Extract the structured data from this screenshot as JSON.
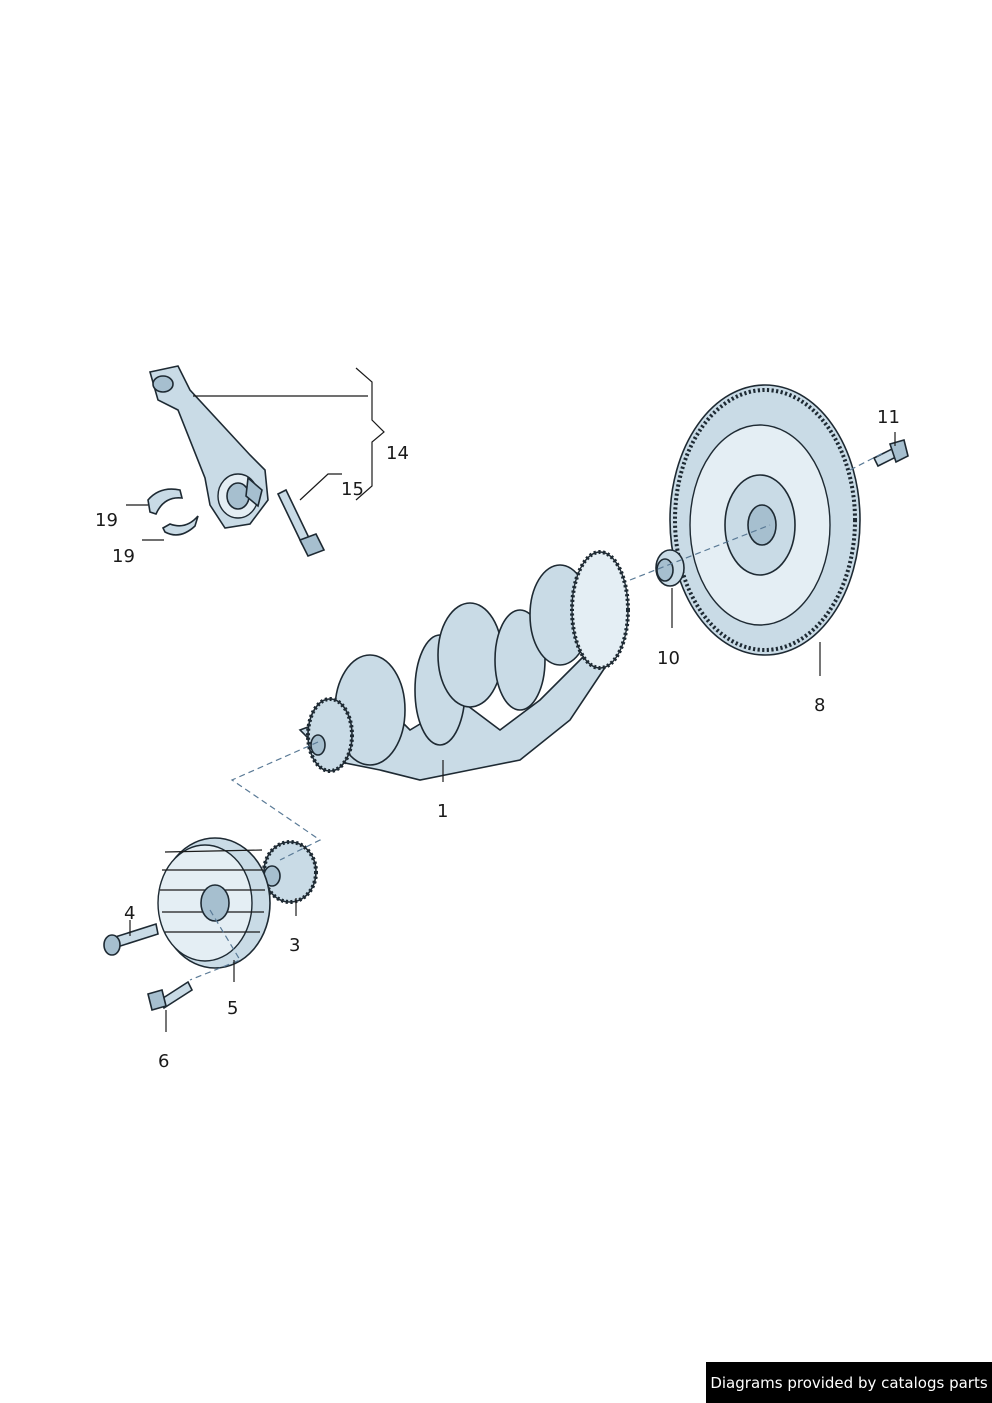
{
  "callouts": {
    "p1": "1",
    "p3": "3",
    "p4": "4",
    "p5": "5",
    "p6": "6",
    "p8": "8",
    "p10": "10",
    "p11": "11",
    "p14": "14",
    "p15": "15",
    "p19a": "19",
    "p19b": "19"
  },
  "footer": {
    "credit": "Diagrams provided by catalogs parts",
    "background": "#000000",
    "text_color": "#ffffff"
  },
  "colors": {
    "part_fill": "#c9dbe6",
    "outline": "#1e2a33",
    "axis_dash": "#5a7a96"
  }
}
